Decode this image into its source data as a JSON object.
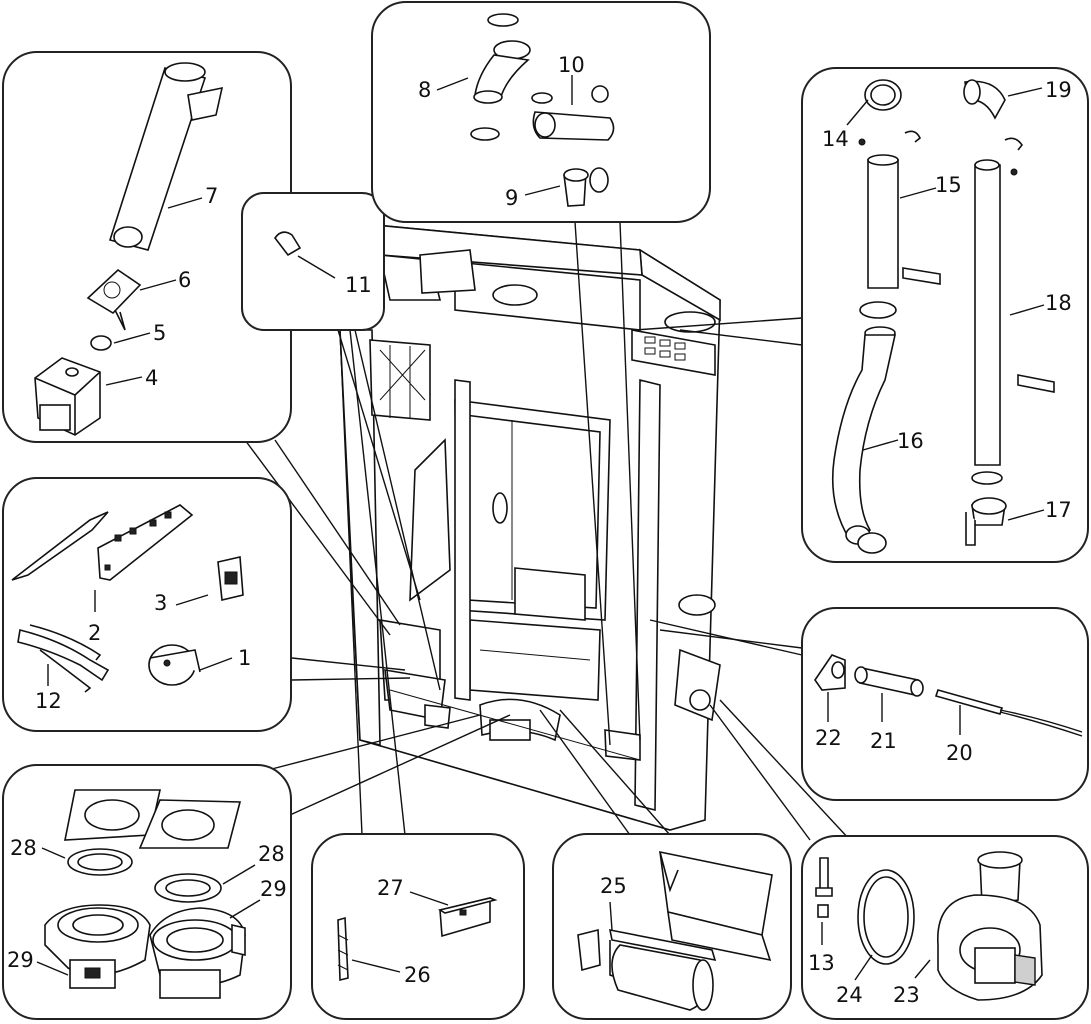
{
  "diagram": {
    "labels": {
      "l1": "1",
      "l2": "2",
      "l3": "3",
      "l4": "4",
      "l5": "5",
      "l6": "6",
      "l7": "7",
      "l8": "8",
      "l9": "9",
      "l10": "10",
      "l11": "11",
      "l12": "12",
      "l13": "13",
      "l14": "14",
      "l15": "15",
      "l16": "16",
      "l17": "17",
      "l18": "18",
      "l19": "19",
      "l20": "20",
      "l21": "21",
      "l22": "22",
      "l23": "23",
      "l24": "24",
      "l25": "25",
      "l26": "26",
      "l27": "27",
      "l28a": "28",
      "l28b": "28",
      "l29a": "29",
      "l29b": "29"
    }
  }
}
